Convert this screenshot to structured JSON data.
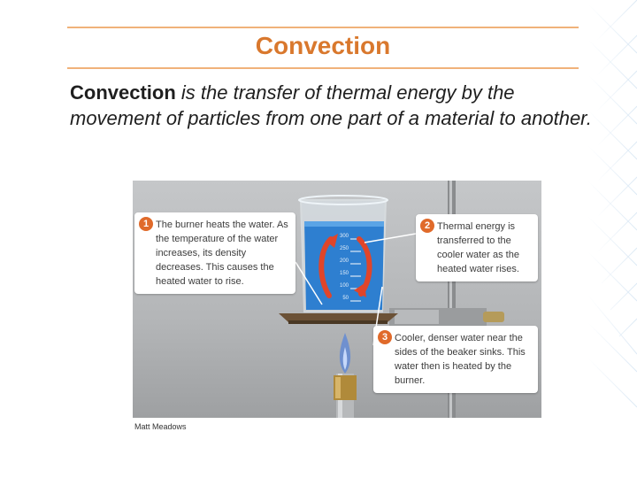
{
  "slide": {
    "title": "Convection",
    "body_term": "Convection",
    "body_definition": " is the transfer of thermal energy by the movement of particles from one part of a material to another."
  },
  "figure": {
    "callouts": [
      {
        "number": "1",
        "text": "The burner heats the water. As the temperature of the water increases, its density decreases. This causes the heated water to rise."
      },
      {
        "number": "2",
        "text": "Thermal energy is transferred to the cooler water as the heated water rises."
      },
      {
        "number": "3",
        "text": "Cooler, denser water near the sides of the beaker sinks. This water then is heated by the burner."
      }
    ],
    "beaker_marks": [
      "300",
      "250",
      "200",
      "150",
      "100",
      "50"
    ],
    "credit": "Matt Meadows"
  },
  "colors": {
    "accent": "#d9782d",
    "rule": "#f0b27a",
    "water": "#2e7fd0",
    "arrow": "#e0452a"
  }
}
